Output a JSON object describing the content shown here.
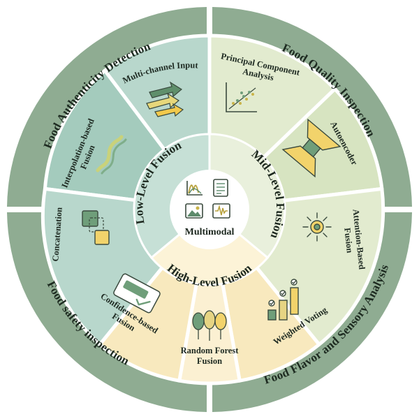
{
  "center": {
    "label": "Multimodal"
  },
  "fusion_levels": {
    "low": "Low-Level Fusion",
    "mid": "Mid-Level Fusion",
    "high": "High-Level Fusion"
  },
  "techniques": {
    "multi_channel_input": "Multi-channel Input",
    "interpolation_1": "Interpolation-based",
    "interpolation_2": "Fusion",
    "concatenation": "Concatenation",
    "pca_1": "Principal Component",
    "pca_2": "Analysis",
    "autoencoder": "Autoencoder",
    "attention_1": "Attention-Based",
    "attention_2": "Fusion",
    "confidence_1": "Confidence-based",
    "confidence_2": "Fusion",
    "random_forest_1": "Random Forest",
    "random_forest_2": "Fusion",
    "weighted_voting": "Weighted Voting"
  },
  "applications": {
    "authenticity": "Food Authenticity Detection",
    "quality": "Food Quality Inspection",
    "safety": "Food safety inspection",
    "flavor": "Food Flavor and Sensory Analysis"
  },
  "colors": {
    "outer_ring": "#8fac92",
    "separator": "#ffffff",
    "low_sector": "#a4cbbd",
    "low_sector_alt": "#b8d7cc",
    "mid_sector": "#d7e4c1",
    "mid_sector_alt": "#e2ebcf",
    "high_sector": "#f8e9be",
    "high_sector_alt": "#fbf0d2",
    "low_ring": "#c6e0d6",
    "mid_ring": "#e9f0dc",
    "high_ring": "#fcf3d7",
    "core": "#ffffff"
  },
  "icons": {
    "center": [
      "spectrum-chart-icon",
      "document-icon",
      "image-icon",
      "waveform-icon"
    ],
    "sectors": [
      "arrows-icon",
      "wave-lines-icon",
      "overlapping-squares-icon",
      "scatter-plot-icon",
      "autoencoder-icon",
      "sun-attention-icon",
      "confidence-card-icon",
      "trees-icon",
      "voting-bars-icon"
    ]
  }
}
